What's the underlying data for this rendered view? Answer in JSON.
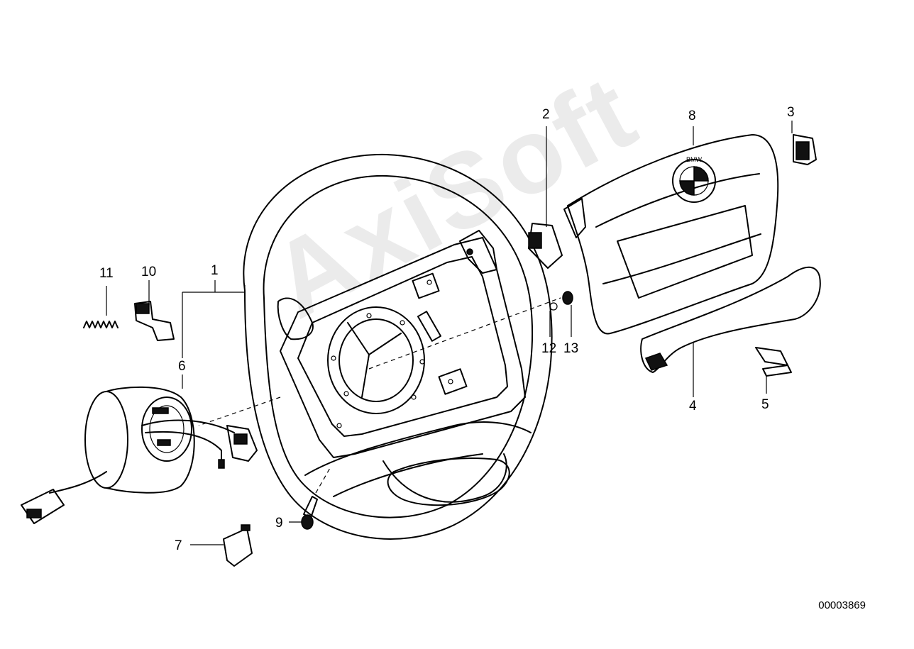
{
  "callouts": {
    "c1": "1",
    "c2": "2",
    "c3": "3",
    "c4": "4",
    "c5": "5",
    "c6": "6",
    "c7": "7",
    "c8": "8",
    "c9": "9",
    "c10": "10",
    "c11": "11",
    "c12": "12",
    "c13": "13"
  },
  "reference_number": "00003869",
  "watermark": "AxiSoft",
  "emblem_text": "BMW"
}
